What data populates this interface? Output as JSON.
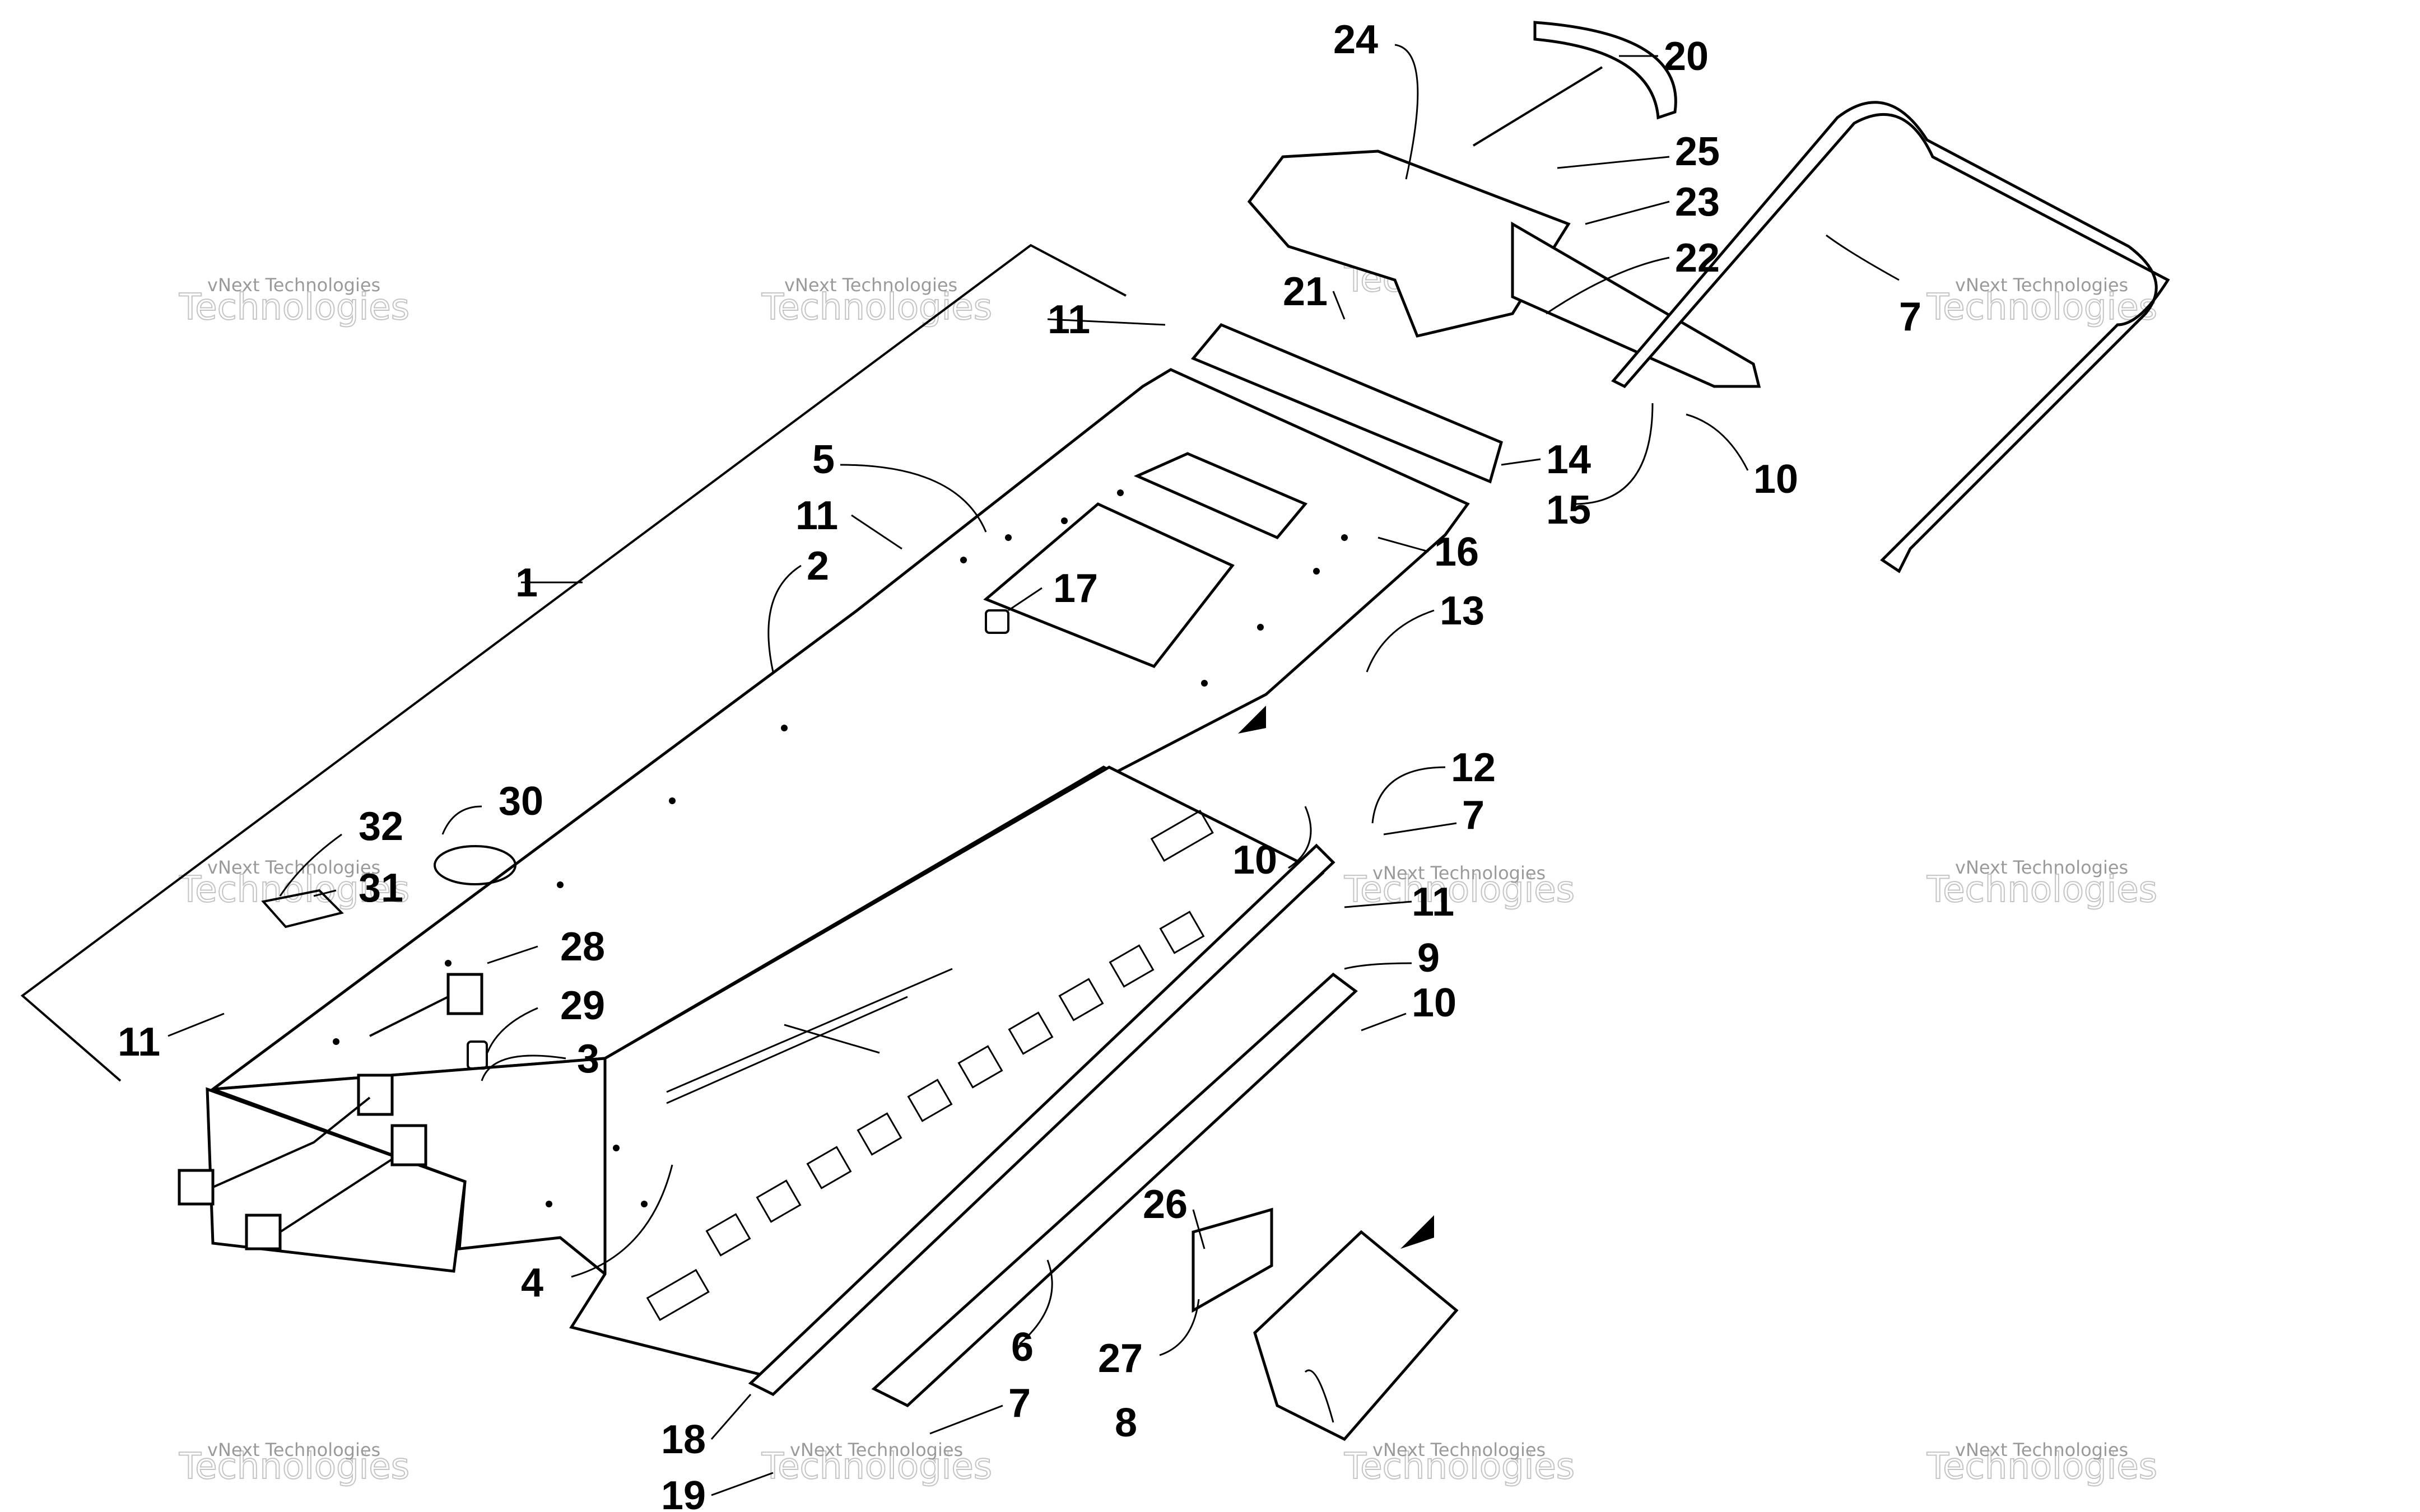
{
  "callouts": {
    "c1": "1",
    "c2": "2",
    "c3": "3",
    "c4": "4",
    "c5": "5",
    "c6": "6",
    "c7a": "7",
    "c7b": "7",
    "c7c": "7",
    "c8": "8",
    "c9": "9",
    "c10a": "10",
    "c10b": "10",
    "c10c": "10",
    "c11a": "11",
    "c11b": "11",
    "c11c": "11",
    "c11d": "11",
    "c12": "12",
    "c13": "13",
    "c14": "14",
    "c15": "15",
    "c16": "16",
    "c17": "17",
    "c18": "18",
    "c19": "19",
    "c20": "20",
    "c21": "21",
    "c22": "22",
    "c23": "23",
    "c24": "24",
    "c25": "25",
    "c26": "26",
    "c27": "27",
    "c28": "28",
    "c29": "29",
    "c30": "30",
    "c31": "31",
    "c32": "32"
  },
  "watermark": {
    "line1": "vNext Technologies",
    "line2": "Technologies"
  }
}
